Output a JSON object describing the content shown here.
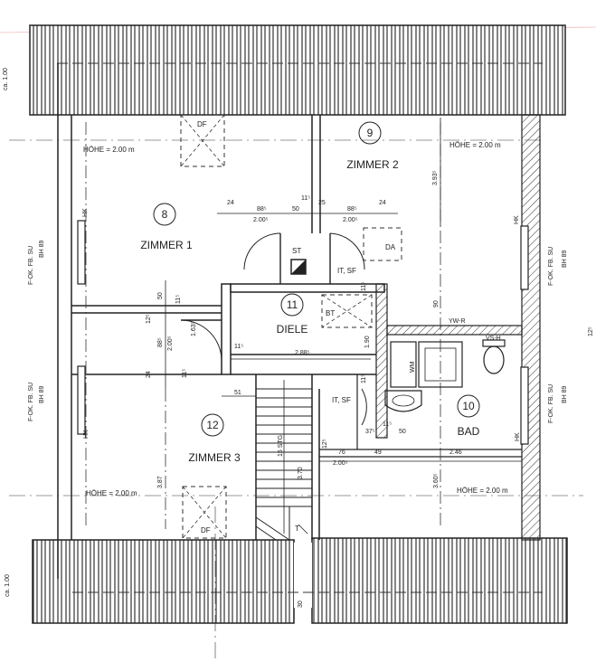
{
  "rooms": {
    "r8": {
      "number": "8",
      "name": "ZIMMER 1"
    },
    "r9": {
      "number": "9",
      "name": "ZIMMER 2"
    },
    "r10": {
      "number": "10",
      "name": "BAD"
    },
    "r11": {
      "number": "11",
      "name": "DIELE"
    },
    "r12": {
      "number": "12",
      "name": "ZIMMER 3"
    }
  },
  "heights": {
    "h1": "HÖHE = 2.00 m",
    "h2": "HÖHE = 2.00 m",
    "h3": "HÖHE = 2.00 m",
    "h4": "HÖHE = 2.00 m"
  },
  "symbols": {
    "df": "DF",
    "da": "DA",
    "bt": "BT",
    "st": "ST",
    "itsf": "IT, SF",
    "hk": "HK",
    "ywr": "YW-R",
    "vsh": "VS-H",
    "wm": "WM",
    "t": "T",
    "stairs": "15 STG"
  },
  "windows": {
    "left_top": [
      "F-OK. FB. SU",
      "BH 89"
    ],
    "left_bottom": [
      "F-OK. FB. SU",
      "BH 89"
    ],
    "right_top": [
      "F-OK. FB. SU",
      "BH 89"
    ],
    "right_bottom": [
      "F-OK. FB. SU",
      "BH 89"
    ]
  },
  "dims": {
    "d24a": "24",
    "d885a": "88⁵",
    "d200a": "2.00⁵",
    "d115": "11⁵",
    "d50a": "50",
    "d25": "25",
    "d885b": "88⁵",
    "d200b": "2.00⁵",
    "d24b": "24",
    "d393": "3.93⁵",
    "d50b": "50",
    "d115b": "11⁵",
    "d125": "12⁵",
    "d885c": "88⁵",
    "d200c": "2.00⁵",
    "d163": "1.63⁵",
    "d24c": "24",
    "d115c": "11⁵",
    "d115d": "11⁵",
    "d288": "2.88⁵",
    "d190": "1.90",
    "d90": "90",
    "d115e": "11⁵",
    "d115f": "11⁵",
    "d51": "51",
    "d375": "37⁵",
    "d115g": "11⁵",
    "d50c": "50",
    "d125b": "12⁵",
    "d76": "76",
    "d49": "49",
    "d200d": "2.00⁵",
    "d246": "2.46",
    "d387": "3.87",
    "d370": "3.70",
    "d360": "3.60⁵",
    "d30": "30",
    "d110a": "ca. 1.00",
    "d110b": "ca. 1.00",
    "d125c": "12⁵"
  }
}
